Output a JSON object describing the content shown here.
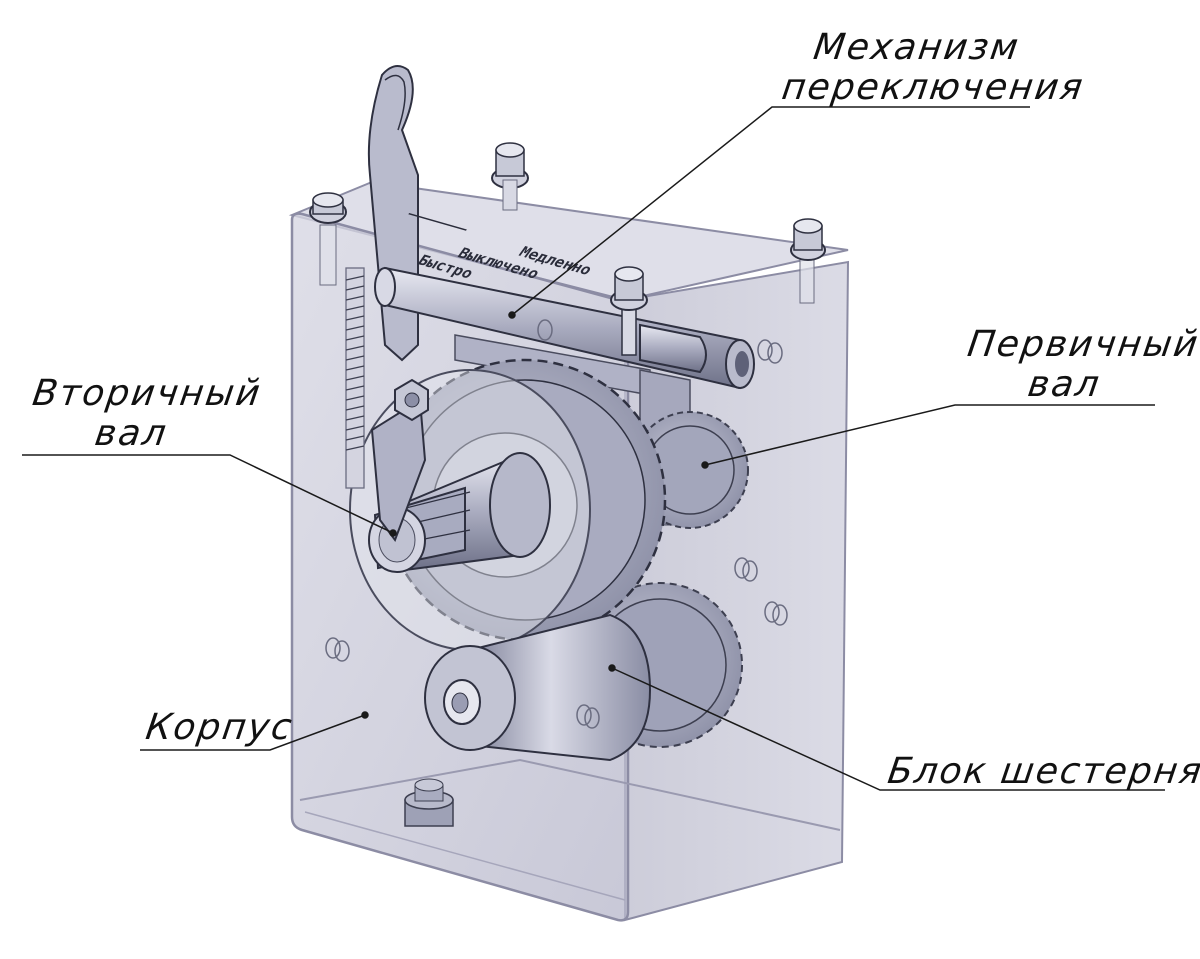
{
  "labels": {
    "shift_mechanism": [
      "Механизм",
      "переключения"
    ],
    "primary_shaft": [
      "Первичный",
      "вал"
    ],
    "secondary_shaft": [
      "Вторичный",
      "вал"
    ],
    "housing": [
      "Корпус"
    ],
    "gear_block": [
      "Блок шестерня"
    ]
  },
  "lid_text": [
    "Медленно",
    "Выключено",
    "Быстро"
  ],
  "colors": {
    "housing_fill": "#c9c9d9",
    "housing_edge": "#8c8ca4",
    "metal": "#b4b6c8",
    "metal_dark": "#74778e",
    "line": "#1a1a1a"
  }
}
